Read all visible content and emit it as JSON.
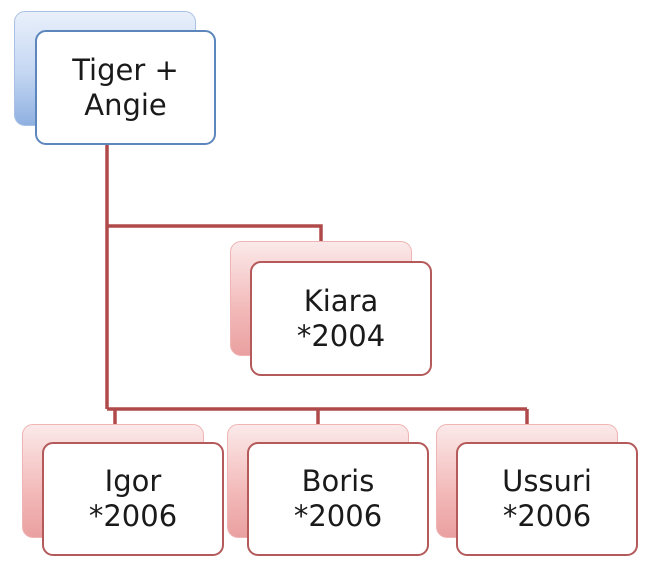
{
  "diagram": {
    "connector_color": "#b04a4a",
    "root": {
      "line1": "Tiger +",
      "line2": "Angie"
    },
    "children": [
      {
        "line1": "Kiara",
        "line2": "*2004"
      },
      {
        "line1": "Igor",
        "line2": "*2006"
      },
      {
        "line1": "Boris",
        "line2": "*2006"
      },
      {
        "line1": "Ussuri",
        "line2": "*2006"
      }
    ]
  }
}
